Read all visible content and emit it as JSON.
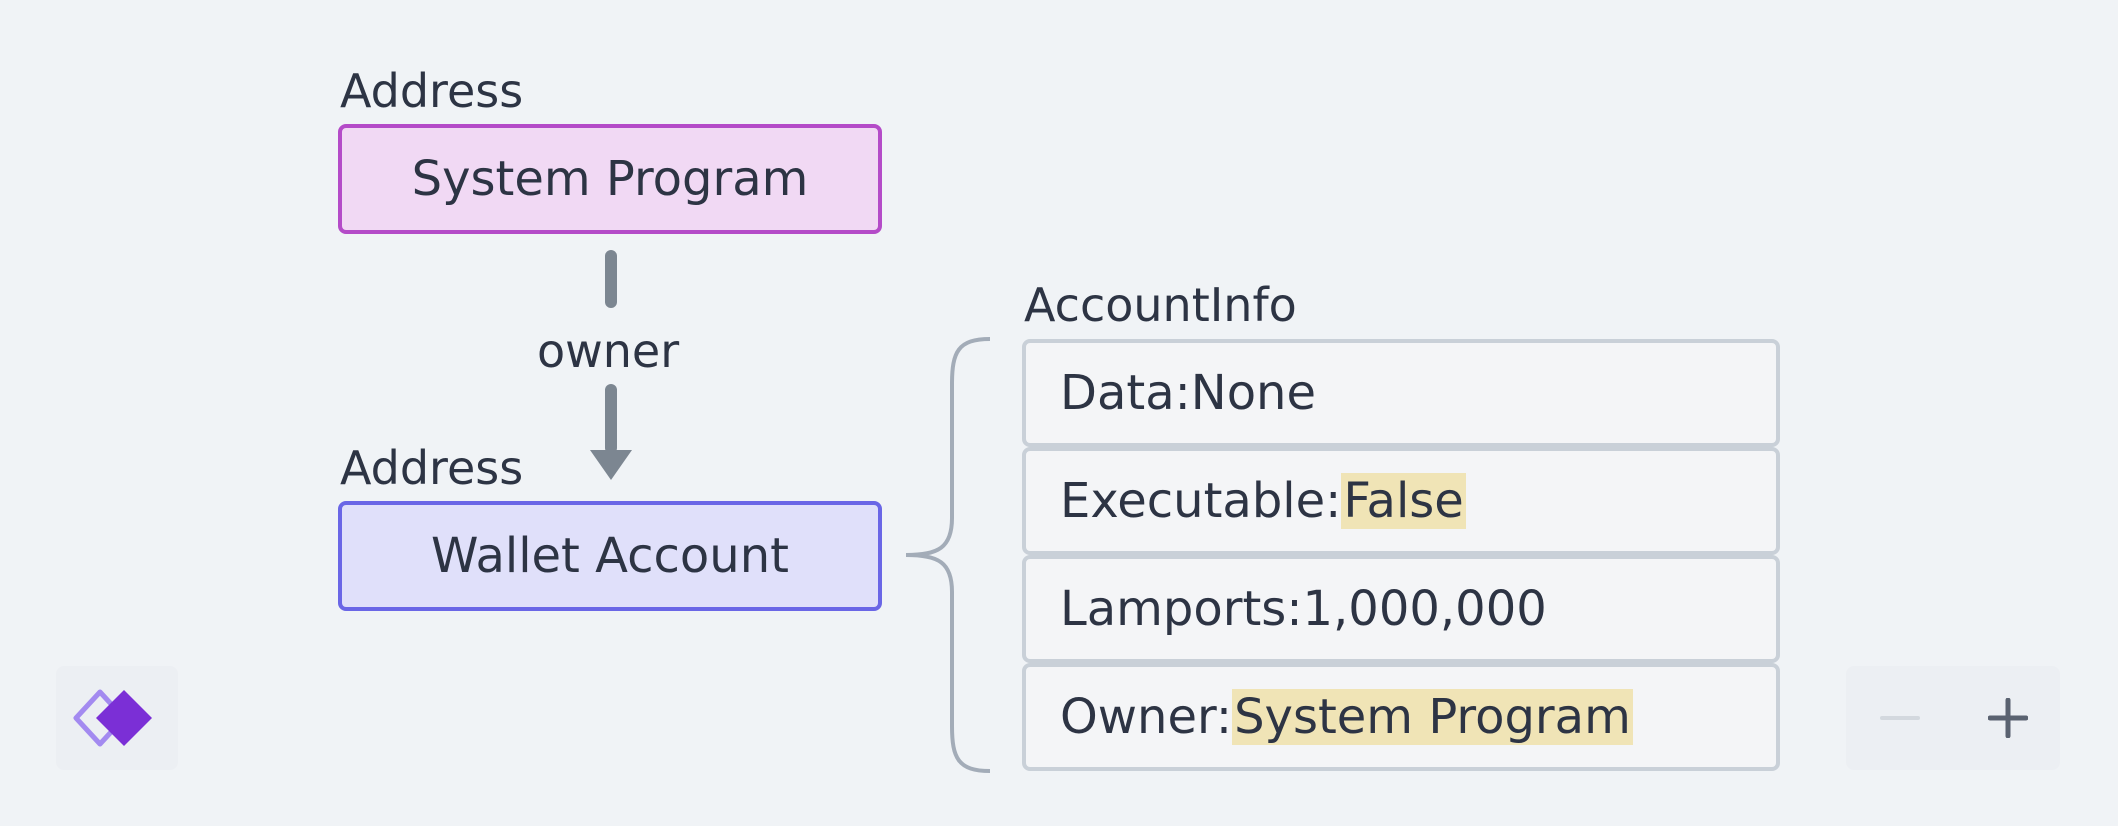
{
  "top_node": {
    "caption": "Address",
    "label": "System Program"
  },
  "edge": {
    "label": "owner"
  },
  "bottom_node": {
    "caption": "Address",
    "label": "Wallet Account"
  },
  "account_info": {
    "title": "AccountInfo",
    "rows": [
      {
        "key": "Data: ",
        "value": "None",
        "highlight": false
      },
      {
        "key": "Executable: ",
        "value": "False",
        "highlight": true
      },
      {
        "key": "Lamports: ",
        "value": "1,000,000",
        "highlight": false
      },
      {
        "key": "Owner: ",
        "value": "System Program",
        "highlight": true
      }
    ]
  },
  "controls": {
    "logo_icon": "diamond-logo-icon",
    "zoom_out_icon": "minus-icon",
    "zoom_in_icon": "plus-icon"
  },
  "colors": {
    "top_node_fill": "#f1d9f4",
    "top_node_border": "#b44bc8",
    "bottom_node_fill": "#e0e0fa",
    "bottom_node_border": "#6a66e6",
    "highlight": "#f0e4b6",
    "connector": "#7c8691",
    "brace": "#a3acb8",
    "logo": "#7b2fd6"
  }
}
